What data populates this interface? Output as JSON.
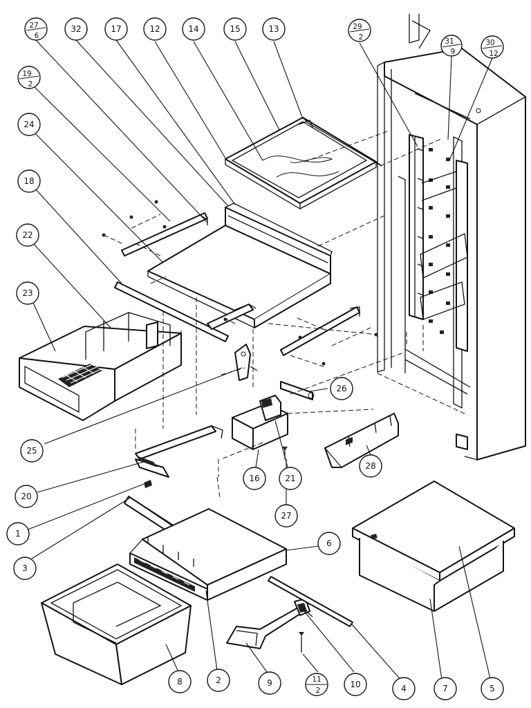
{
  "callouts": {
    "c27_6": {
      "num": "27",
      "den": "6"
    },
    "c32": "32",
    "c17": "17",
    "c12": "12",
    "c14": "14",
    "c15": "15",
    "c13": "13",
    "c29_2": {
      "num": "29",
      "den": "2"
    },
    "c31_9": {
      "num": "31",
      "den": "9"
    },
    "c30_12": {
      "num": "30",
      "den": "12"
    },
    "c19_2": {
      "num": "19",
      "den": "2"
    },
    "c24": "24",
    "c18": "18",
    "c22": "22",
    "c23": "23",
    "c26": "26",
    "c25": "25",
    "c28": "28",
    "c21": "21",
    "c16": "16",
    "c20": "20",
    "c27": "27",
    "c1": "1",
    "c6": "6",
    "c3": "3",
    "c8": "8",
    "c2": "2",
    "c9": "9",
    "c11_2": {
      "num": "11",
      "den": "2"
    },
    "c10": "10",
    "c4": "4",
    "c7": "7",
    "c5": "5"
  }
}
